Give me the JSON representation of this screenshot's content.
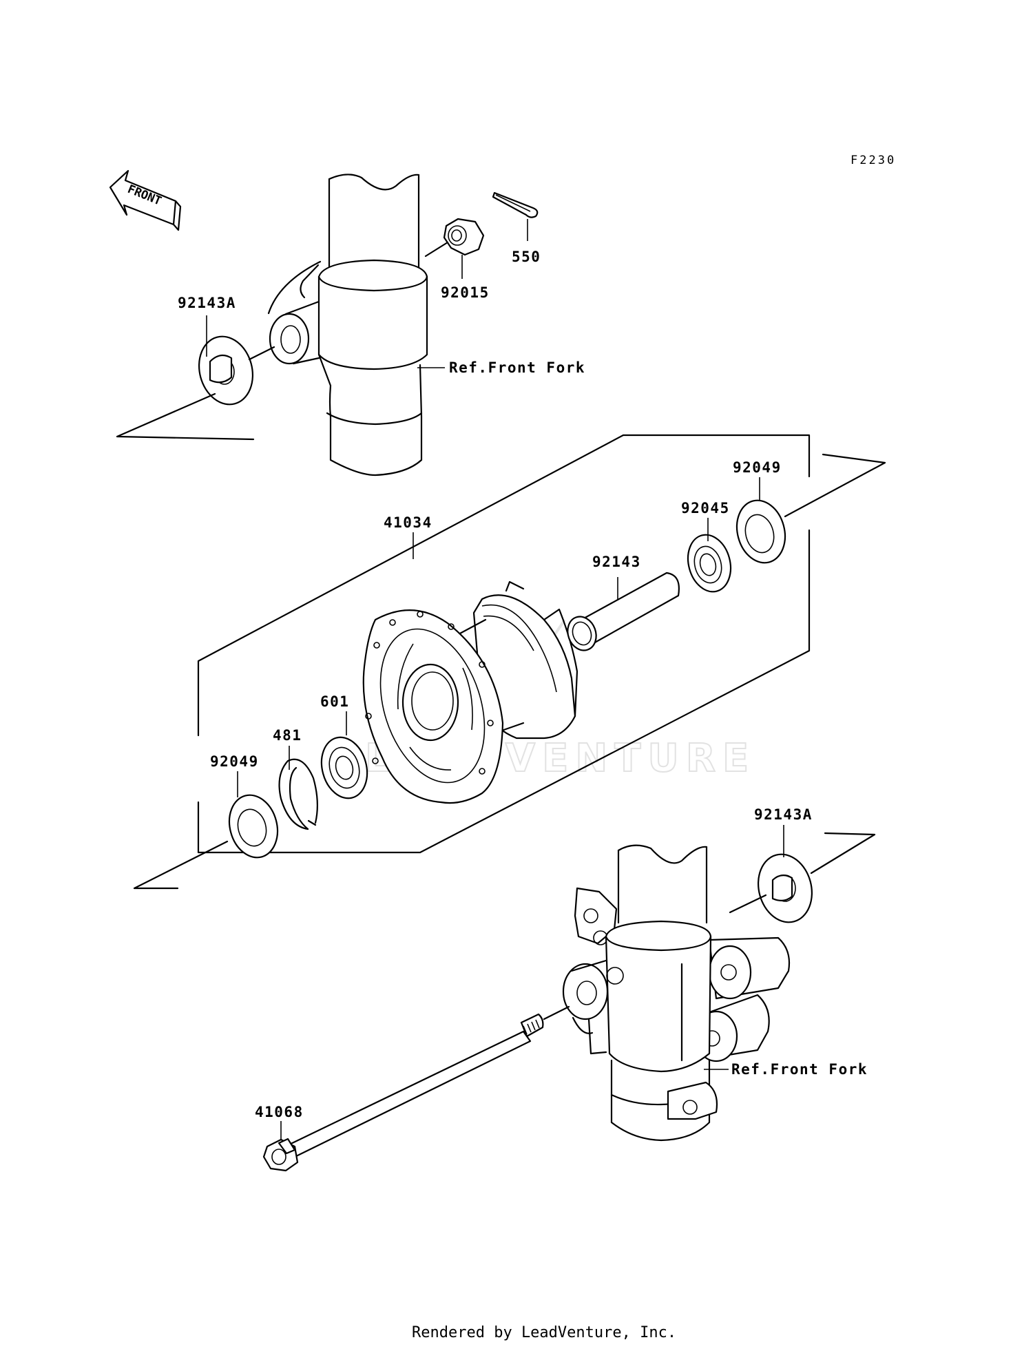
{
  "diagram_code": "F2230",
  "direction_label": "FRONT",
  "watermark": "LEADVENTURE",
  "footer": "Rendered by LeadVenture, Inc.",
  "parts": {
    "cotter_pin": "550",
    "axle_nut": "92015",
    "collar_left_top": "92143A",
    "ref_fork_top": "Ref.Front Fork",
    "hub": "41034",
    "oil_seal_right": "92049",
    "bearing_right": "92045",
    "spacer": "92143",
    "bearing_left": "601",
    "circlip": "481",
    "oil_seal_left": "92049",
    "collar_right_bottom": "92143A",
    "ref_fork_bottom": "Ref.Front Fork",
    "axle": "41068"
  }
}
